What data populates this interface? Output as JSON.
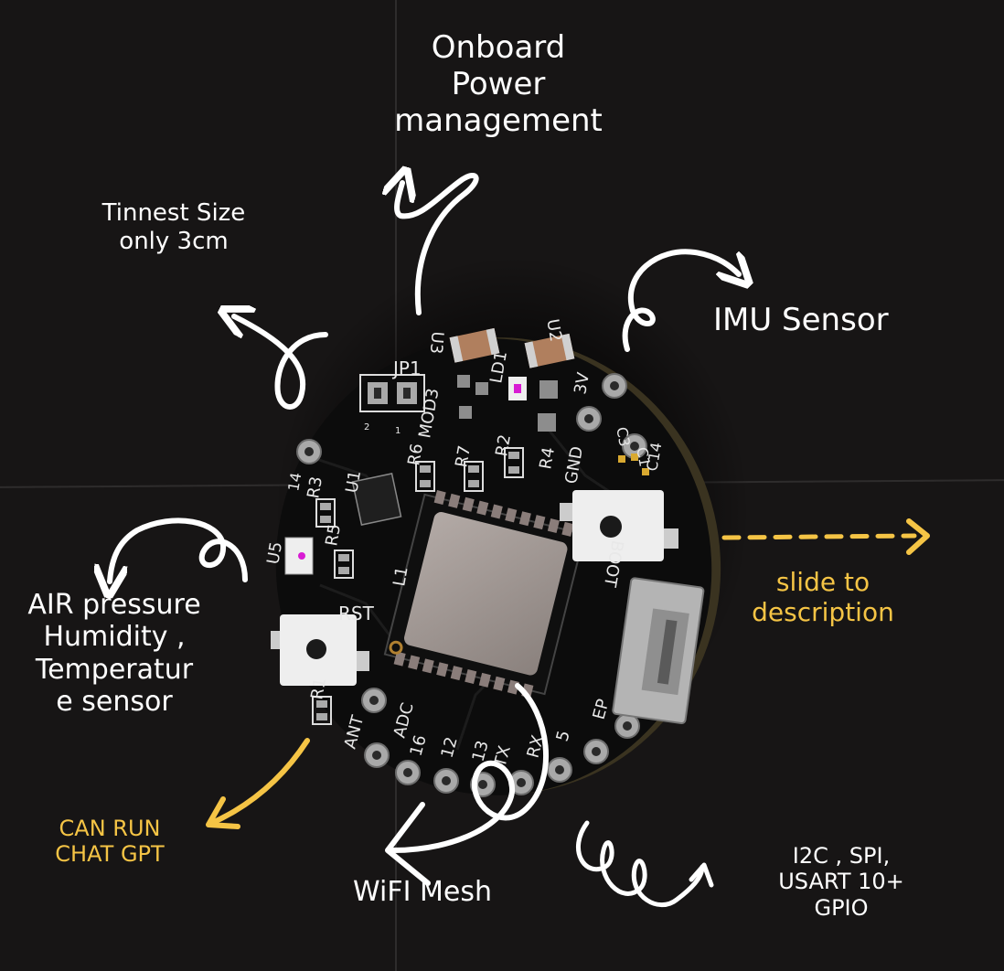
{
  "annotations": {
    "power": [
      "Onboard",
      "Power",
      "management"
    ],
    "size": [
      "Tinnest Size",
      "only 3cm"
    ],
    "imu": "IMU Sensor",
    "env": [
      "AIR pressure",
      "Humidity ,",
      "Temperatur",
      "e sensor"
    ],
    "chatgpt": [
      "CAN RUN",
      "CHAT GPT"
    ],
    "wifi": "WiFI Mesh",
    "io": [
      "I2C , SPI,",
      "USART 10+",
      "GPIO"
    ],
    "slide": [
      "slide to",
      "description"
    ]
  },
  "board": {
    "silkscreen": {
      "jp1": "JP1",
      "jp1_pins": [
        "2",
        "1"
      ],
      "u3": "U3",
      "u2": "U2",
      "mod3": "MOD3",
      "ld1": "LD1",
      "v3": "3V",
      "r6": "R6",
      "r7": "R7",
      "r2": "R2",
      "r4": "R4",
      "gnd": "GND",
      "c3": "C3",
      "c1": "C1",
      "c14": "C14",
      "p14": "14",
      "r3": "R3",
      "u1": "U1",
      "r5": "R5",
      "u5": "U5",
      "l1": "L1",
      "rst": "RST",
      "boot": "BOOT",
      "r1": "R1",
      "ant": "ANT",
      "adc": "ADC",
      "p16": "16",
      "p12": "12",
      "p13": "13",
      "tx": "TX",
      "rx": "RX",
      "p5": "5",
      "ep": "EP"
    }
  },
  "colors": {
    "background": "#171515",
    "board": "#0c0c0c",
    "arrow_white": "#ffffff",
    "arrow_yellow": "#f5c445",
    "pad": "#a9a9a9",
    "module": "#9c928e",
    "ceramic": "#b07f5e"
  }
}
